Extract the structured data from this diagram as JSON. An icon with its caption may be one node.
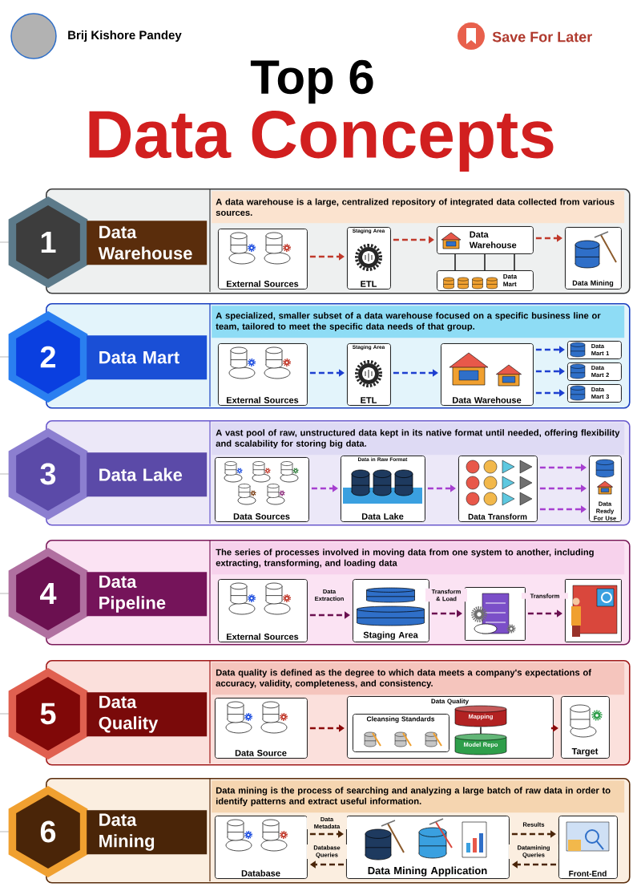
{
  "diagram": {
    "title": "Top 6",
    "nodes": [
      {
        "text": [],
        "shape": "box"
      },
      {
        "text": [
          "1"
        ]
      },
      {
        "text": [
          "Data Warehouse"
        ],
        "in": 0
      },
      {
        "text": [
          "A data warehouse is a large, centralized repository of integrated data collected from various sources."
        ],
        "in": 0
      },
      {
        "text": [
          "External Sources"
        ],
        "in": 0
      },
      {
        "text": [
          "Staging Area",
          "ETL"
        ],
        "in": 0
      },
      {
        "text": [
          "Data Warehouse"
        ],
        "in": 0
      },
      {
        "text": [
          "Data Mart"
        ],
        "in": 0
      },
      {
        "text": [
          "Data Mining"
        ],
        "in": 0
      },
      {
        "text": [],
        "shape": "box"
      },
      {
        "text": [
          "2"
        ]
      },
      {
        "text": [
          "Data Mart"
        ],
        "in": 9
      },
      {
        "text": [
          "A specialized, smaller subset of a data warehouse focused on a specific business line or team, tailored to meet the specific data needs of that group."
        ],
        "in": 9
      },
      {
        "text": [
          "External Sources"
        ],
        "in": 9
      },
      {
        "text": [
          "Staging Area",
          "ETL"
        ],
        "in": 9
      },
      {
        "text": [
          "Data Warehouse"
        ],
        "in": 9
      },
      {
        "text": [
          "Data Mart 1"
        ],
        "in": 9
      },
      {
        "text": [
          "Data Mart 2"
        ],
        "in": 9
      },
      {
        "text": [
          "Data Mart 3"
        ],
        "in": 9
      },
      {
        "text": [],
        "shape": "box"
      },
      {
        "text": [
          "3"
        ]
      },
      {
        "text": [
          "Data Lake"
        ],
        "in": 19
      },
      {
        "text": [
          "A vast pool of raw, unstructured data kept in its native format until needed, offering flexibility and scalability for storing big data."
        ],
        "in": 19
      },
      {
        "text": [
          "Data Sources"
        ],
        "in": 19
      },
      {
        "text": [
          "Data in Raw Format",
          "Data Lake"
        ],
        "in": 19
      },
      {
        "text": [
          "Data Transform"
        ],
        "in": 19
      },
      {
        "text": [
          "Data Ready For Use"
        ],
        "in": 19
      },
      {
        "text": [],
        "shape": "box"
      },
      {
        "text": [
          "4"
        ]
      },
      {
        "text": [
          "Data Pipeline"
        ],
        "in": 27
      },
      {
        "text": [
          "The series of processes involved in moving data from one system to another, including extracting, transforming, and loading data"
        ],
        "in": 27
      },
      {
        "text": [
          "External Sources"
        ],
        "in": 27
      },
      {
        "text": [
          "Staging Area"
        ],
        "in": 27
      },
      {
        "text": [],
        "shape": "picture",
        "in": 27
      },
      {
        "text": [],
        "shape": "picture",
        "in": 27
      },
      {
        "text": [],
        "shape": "box"
      },
      {
        "text": [
          "5"
        ]
      },
      {
        "text": [
          "Data Quality"
        ],
        "in": 35
      },
      {
        "text": [
          "Data quality is defined as the degree to which data meets a company's expectations of accuracy, validity, completeness, and consistency."
        ],
        "in": 35
      },
      {
        "text": [
          "Data Source"
        ],
        "in": 35
      },
      {
        "text": [
          "Data Quality"
        ],
        "in": 35
      },
      {
        "text": [
          "Cleansing Standards"
        ],
        "in": 40
      },
      {
        "text": [
          "Mapping"
        ],
        "in": 40
      },
      {
        "text": [
          "Model Repo"
        ],
        "in": 40
      },
      {
        "text": [
          "Target"
        ],
        "in": 35
      },
      {
        "text": [],
        "shape": "box"
      },
      {
        "text": [
          "6"
        ]
      },
      {
        "text": [
          "Data Mining"
        ],
        "in": 45
      },
      {
        "text": [
          "Data mining is the process of searching and analyzing a large batch of raw data in order to identify patterns and extract useful information."
        ],
        "in": 45
      },
      {
        "text": [
          "Database"
        ],
        "in": 45
      },
      {
        "text": [
          "Data Mining Application"
        ],
        "in": 45
      },
      {
        "text": [
          "Front-End"
        ],
        "in": 45
      }
    ],
    "edges": [
      {
        "from": 4,
        "to": 5,
        "arrow": "to",
        "style": "dashed",
        "color": "#c0392b"
      },
      {
        "from": 5,
        "to": 6,
        "arrow": "to",
        "style": "dashed",
        "color": "#c0392b"
      },
      {
        "from": 6,
        "to": 8,
        "arrow": "to",
        "style": "dashed",
        "color": "#c0392b"
      },
      {
        "from": 6,
        "to": 7,
        "arrow": "none",
        "color": "#222222"
      },
      {
        "from": 13,
        "to": 14,
        "arrow": "to",
        "style": "dashed"
      },
      {
        "from": 14,
        "to": 15,
        "arrow": "to",
        "style": "dashed"
      },
      {
        "from": 15,
        "to": 16,
        "arrow": "to",
        "style": "dashed"
      },
      {
        "from": 15,
        "to": 17,
        "arrow": "to",
        "style": "dashed"
      },
      {
        "from": 15,
        "to": 18,
        "arrow": "to",
        "style": "dashed"
      },
      {
        "from": 23,
        "to": 24,
        "arrow": "to",
        "style": "dashed",
        "color": "#a63fd0"
      },
      {
        "from": 24,
        "to": 25,
        "arrow": "to",
        "style": "dashed",
        "color": "#a63fd0"
      },
      {
        "from": 25,
        "to": 26,
        "arrow": "to",
        "style": "dashed",
        "color": "#a63fd0"
      },
      {
        "from": 25,
        "to": 26,
        "arrow": "to",
        "style": "dashed",
        "color": "#a63fd0"
      },
      {
        "from": 25,
        "to": 26,
        "arrow": "to",
        "style": "dashed",
        "color": "#a63fd0"
      },
      {
        "from": 31,
        "to": 32,
        "arrow": "to",
        "style": "dashed",
        "color": "#6b1050",
        "label": "Data Extraction"
      },
      {
        "from": 32,
        "to": 33,
        "arrow": "to",
        "style": "dashed",
        "color": "#6b1050",
        "label": "Transform & Load"
      },
      {
        "from": 33,
        "to": 34,
        "arrow": "to",
        "style": "dashed",
        "color": "#6b1050",
        "label": "Transform"
      },
      {
        "from": 39,
        "to": 40,
        "arrow": "to",
        "style": "dashed",
        "color": "#8b0a0a"
      },
      {
        "from": 42,
        "to": 43,
        "arrow": "none",
        "color": "#222222"
      },
      {
        "from": 40,
        "to": 44,
        "arrow": "to",
        "style": "dashed",
        "color": "#8b0a0a"
      },
      {
        "from": 49,
        "to": 50,
        "arrow": "to",
        "style": "dashed",
        "color": "#4a2508",
        "label": "Data Metadata"
      },
      {
        "from": 50,
        "to": 49,
        "arrow": "to",
        "style": "dashed",
        "color": "#4a2508",
        "label": "Database Queries"
      },
      {
        "from": 50,
        "to": 51,
        "arrow": "to",
        "style": "dashed",
        "color": "#4a2508",
        "label": "Results"
      },
      {
        "from": 51,
        "to": 50,
        "arrow": "to",
        "style": "dashed",
        "color": "#4a2508",
        "label": "Datamining Queries"
      },
      {
        "from": 6,
        "to": 7,
        "arrow": "none",
        "color": "#222222"
      },
      {
        "from": 6,
        "to": 7,
        "arrow": "none",
        "color": "#222222"
      }
    ],
    "labels": [
      "Brij Kishore Pandey",
      "Save For Later",
      "Data Concepts"
    ]
  }
}
